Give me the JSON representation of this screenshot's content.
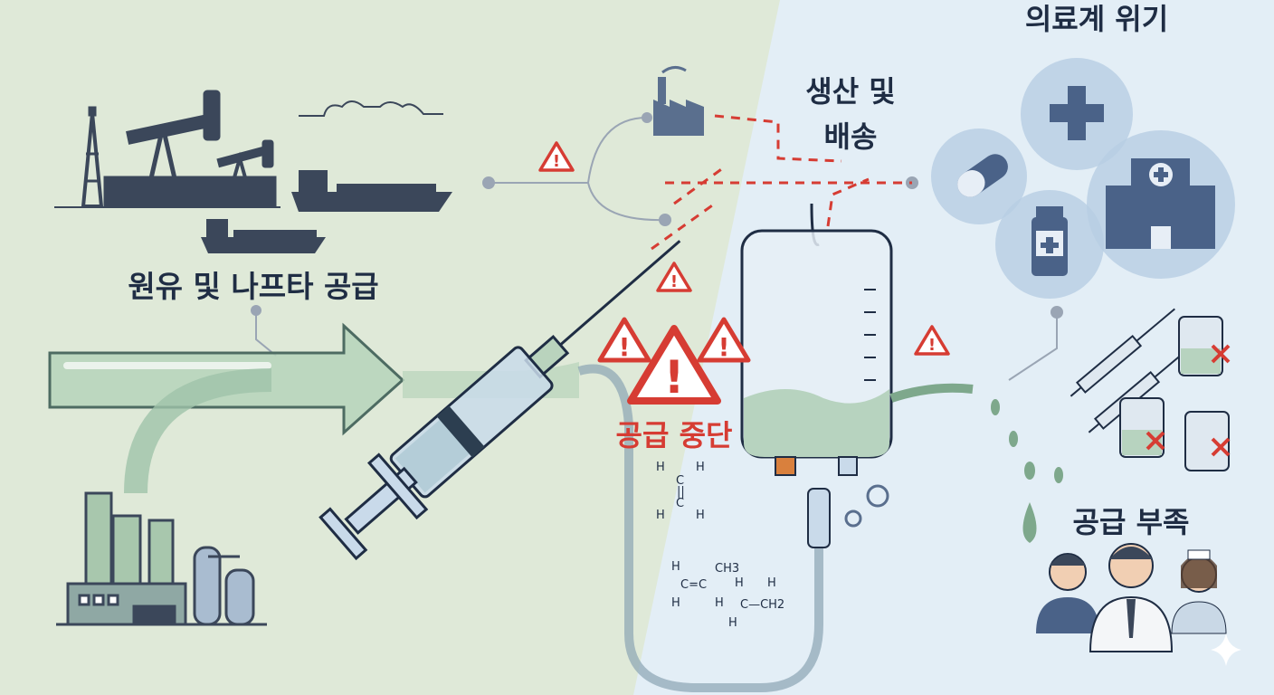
{
  "labels": {
    "supply_source": "원유 및 나프타 공급",
    "production_line1": "생산 및",
    "production_line2": "배송",
    "medical_crisis": "의료계 위기",
    "supply_disruption": "공급 중단",
    "supply_shortage": "공급 부족"
  },
  "chemistry": {
    "ethylene": {
      "h1": "H",
      "h2": "H",
      "c1": "C",
      "c2": "C",
      "h3": "H",
      "h4": "H",
      "bond": "||"
    },
    "propylene": {
      "h1": "H",
      "c1": "C=C",
      "ch3": "CH3",
      "h2": "H",
      "h3": "H"
    },
    "ethyl": {
      "h1": "H",
      "h2": "H",
      "c": "C—CH2",
      "h3": "H"
    }
  },
  "colors": {
    "left_bg": "#dfe9d8",
    "right_bg": "#e3eef6",
    "warning": "#d63c33",
    "dark": "#3b475a",
    "green": "#a9c9ad",
    "blue_circle": "#b7cde3"
  }
}
